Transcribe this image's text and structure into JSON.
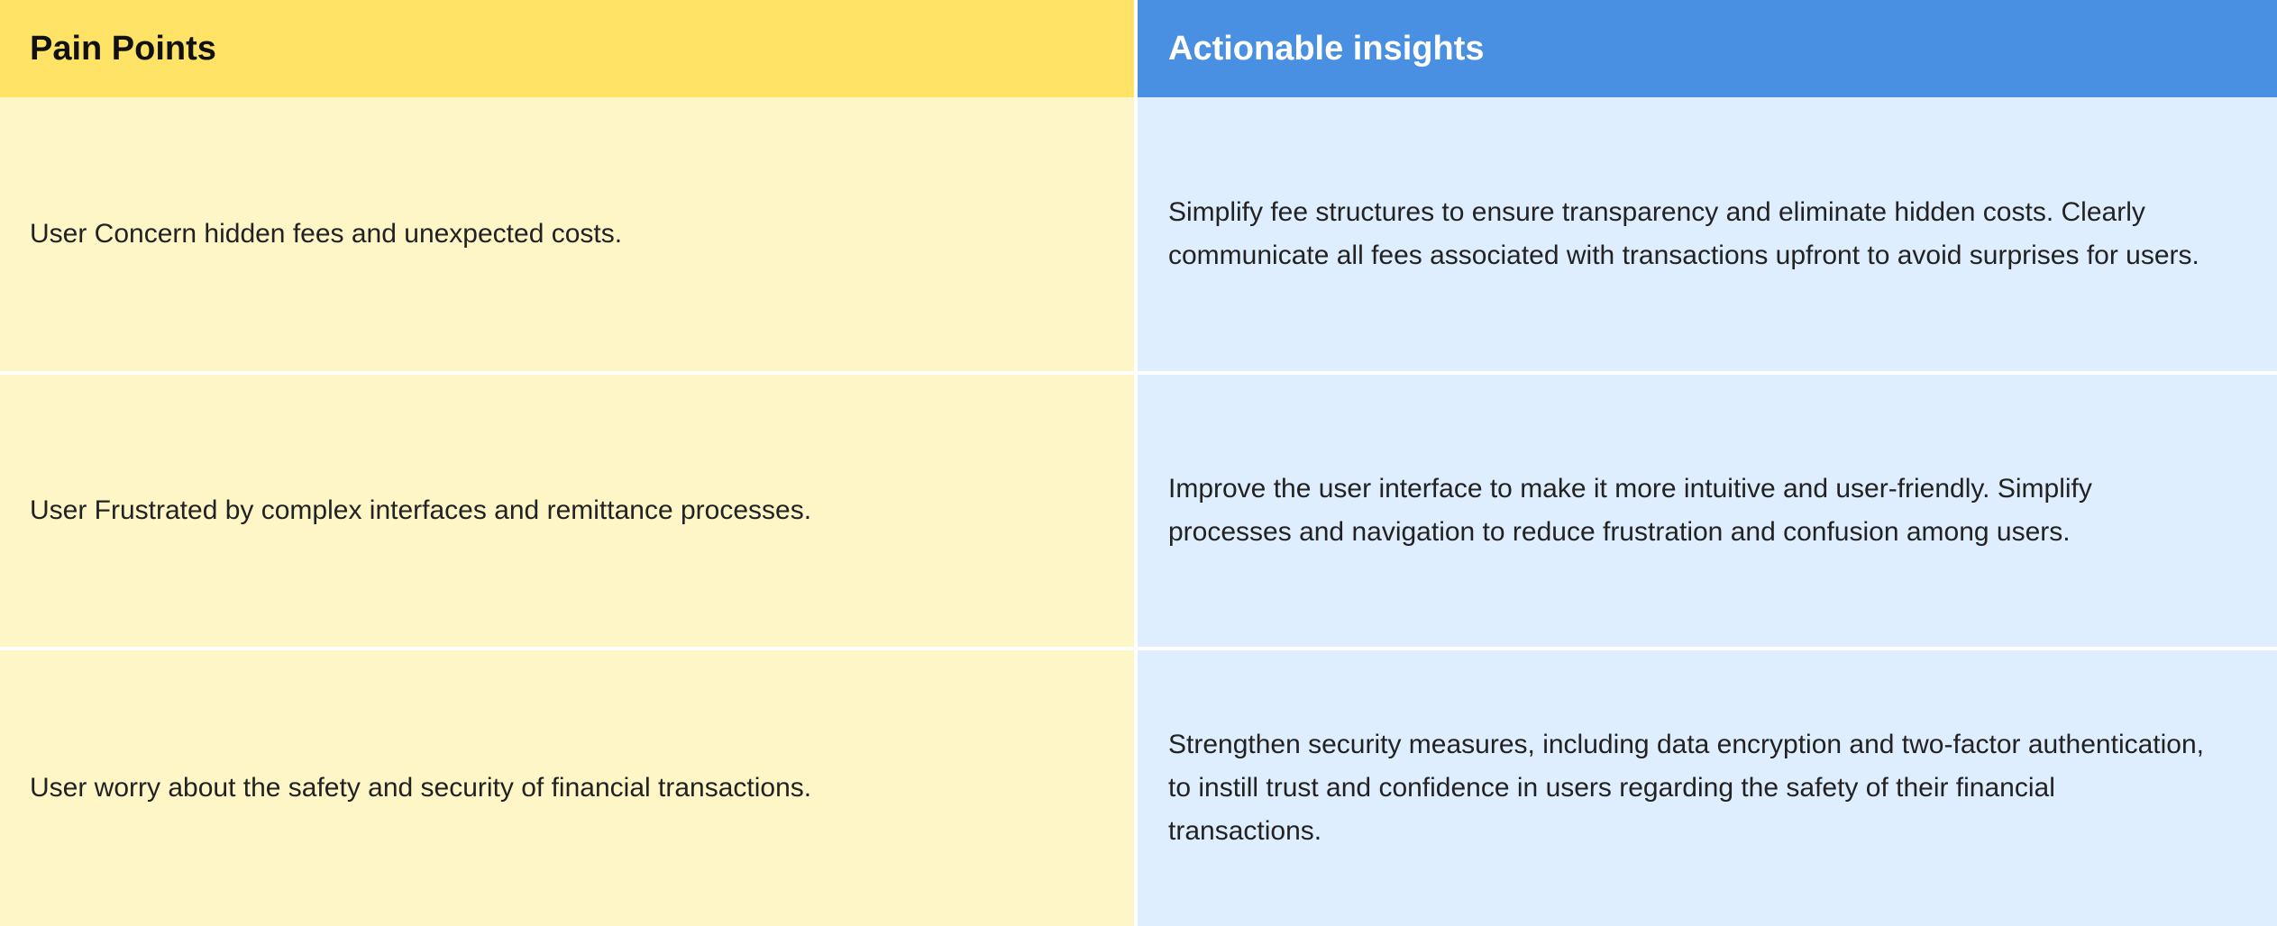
{
  "table": {
    "headers": {
      "pain_points": "Pain Points",
      "actionable_insights": "Actionable insights"
    },
    "rows": [
      {
        "pain_point": "User Concern hidden fees and unexpected costs.",
        "insight": "Simplify fee structures to ensure transparency and eliminate hidden costs. Clearly communicate all fees associated with transactions upfront to avoid surprises for users."
      },
      {
        "pain_point": "User Frustrated by complex interfaces and  remittance processes.",
        "insight": "Improve the user interface to make it more intuitive and user-friendly. Simplify processes and navigation to reduce frustration and confusion among users."
      },
      {
        "pain_point": "User worry about the safety and security of financial transactions.",
        "insight": "Strengthen security measures, including data encryption and two-factor authentication, to instill trust and confidence in users regarding the safety of their financial transactions."
      }
    ],
    "colors": {
      "pain_header": "#ffe366",
      "pain_cell": "#fff6c8",
      "insight_header": "#4a90e2",
      "insight_cell": "#deeeff"
    }
  }
}
